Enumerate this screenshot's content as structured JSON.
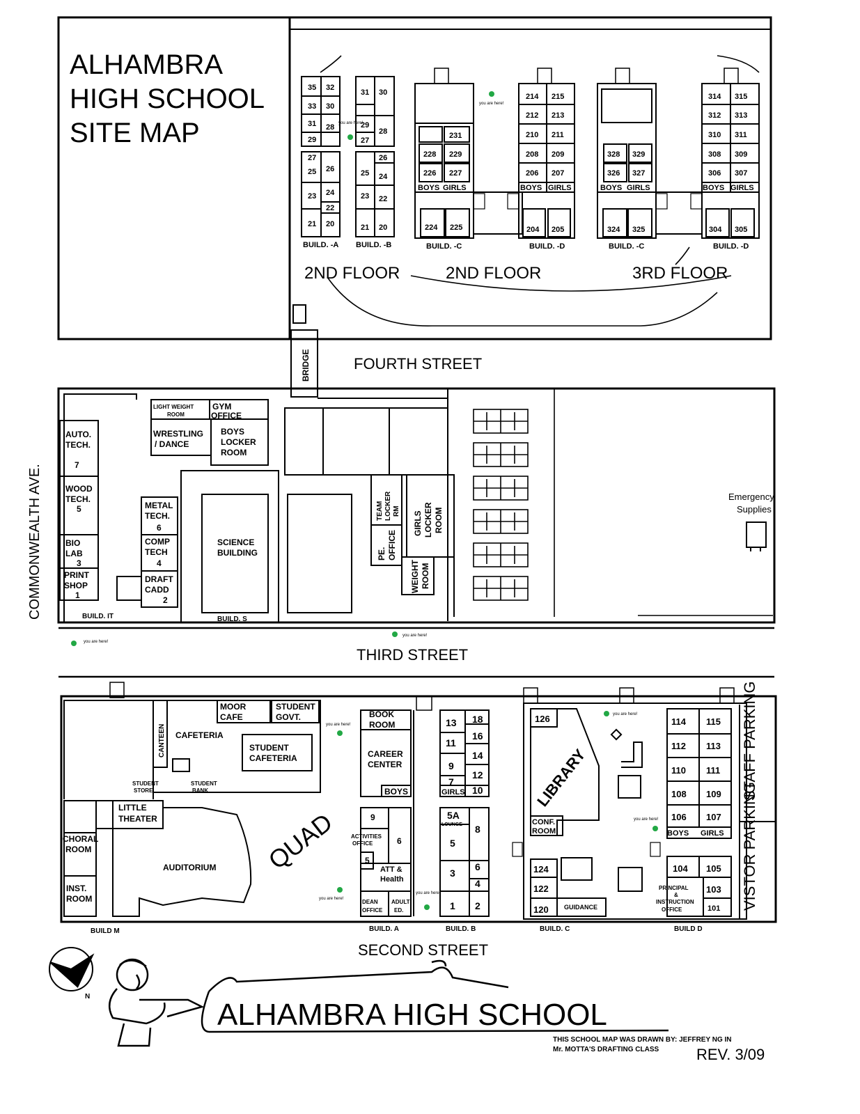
{
  "title_lines": [
    "ALHAMBRA",
    "HIGH SCHOOL",
    "SITE MAP"
  ],
  "you_are_here_label": "you are here!",
  "you_are_here_color": "#22a845",
  "streets": {
    "fourth": "FOURTH STREET",
    "third": "THIRD STREET",
    "second": "SECOND STREET",
    "commonwealth": "COMMONWEALTH AVE."
  },
  "bridge": "BRIDGE",
  "floors": {
    "f2a": "2ND FLOOR",
    "f2b": "2ND FLOOR",
    "f3": "3RD FLOOR"
  },
  "upper_buildings": {
    "a_label": "BUILD. -A",
    "b_label": "BUILD. -B",
    "c2_label": "BUILD. -C",
    "d2_label": "BUILD. -D",
    "c3_label": "BUILD. -C",
    "d3_label": "BUILD. -D",
    "a_rooms": [
      "35",
      "32",
      "33",
      "30",
      "31",
      "28",
      "29",
      "27",
      "25",
      "26",
      "24",
      "23",
      "22",
      "21",
      "20"
    ],
    "b_rooms": [
      "31",
      "30",
      "29",
      "28",
      "27",
      "26",
      "25",
      "24",
      "23",
      "22",
      "21",
      "20"
    ],
    "c2_rooms": [
      "231",
      "228",
      "229",
      "226",
      "227",
      "224",
      "225"
    ],
    "d2_rooms": [
      "214",
      "215",
      "212",
      "213",
      "210",
      "211",
      "208",
      "209",
      "206",
      "207",
      "204",
      "205"
    ],
    "c3_rooms": [
      "328",
      "329",
      "326",
      "327",
      "324",
      "325"
    ],
    "d3_rooms": [
      "314",
      "315",
      "312",
      "313",
      "310",
      "311",
      "308",
      "309",
      "306",
      "307",
      "304",
      "305"
    ],
    "boys": "BOYS",
    "girls": "GIRLS"
  },
  "middle_block": {
    "auto_tech": [
      "AUTO.",
      "TECH.",
      "7"
    ],
    "wood_tech": [
      "WOOD",
      "TECH.",
      "5"
    ],
    "bio_lab": [
      "BIO",
      "LAB",
      "3"
    ],
    "print_shop": [
      "PRINT",
      "SHOP",
      "1"
    ],
    "metal_tech": [
      "METAL",
      "TECH.",
      "6"
    ],
    "comp_tech": [
      "COMP",
      "TECH",
      "4"
    ],
    "draft_cadd": [
      "DRAFT",
      "CADD",
      "2"
    ],
    "light_weight_room": [
      "LIGHT WEIGHT",
      "ROOM"
    ],
    "gym_office": [
      "GYM",
      "OFFICE"
    ],
    "wrestling_dance": [
      "WRESTLING",
      "/ DANCE"
    ],
    "boys_locker_room": [
      "BOYS",
      "LOCKER",
      "ROOM"
    ],
    "science_building": [
      "SCIENCE",
      "BUILDING"
    ],
    "team_locker_rm": [
      "TEAM",
      "LOCKER",
      "RM"
    ],
    "pe_office": [
      "PE.",
      "OFFICE"
    ],
    "girls_locker_room": [
      "GIRLS",
      "LOCKER",
      "ROOM"
    ],
    "weight_room": [
      "WEIGHT",
      "ROOM"
    ],
    "build_it": "BUILD. IT",
    "build_s": "BUILD. S",
    "emergency_supplies": [
      "Emergency",
      "Supplies"
    ]
  },
  "lower_block": {
    "moor_cafe": [
      "MOOR",
      "CAFE"
    ],
    "student_govt": [
      "STUDENT",
      "GOVT."
    ],
    "cafeteria": "CAFETERIA",
    "canteen": "CANTEEN",
    "student_cafeteria": [
      "STUDENT",
      "CAFETERIA"
    ],
    "student_store": [
      "STUDENT",
      "STORE"
    ],
    "student_bank": [
      "STUDENT",
      "BANK"
    ],
    "little_theater": [
      "LITTLE",
      "THEATER"
    ],
    "choral_room": [
      "CHORAL",
      "ROOM"
    ],
    "auditorium": "AUDITORIUM",
    "inst_room": [
      "INST.",
      "ROOM"
    ],
    "quad": "QUAD",
    "book_room": [
      "BOOK",
      "ROOM"
    ],
    "career_center": [
      "CAREER",
      "CENTER"
    ],
    "boys": "BOYS",
    "girls": "GIRLS",
    "activities_office": [
      "ACTIVITIES",
      "OFFICE"
    ],
    "att_health": [
      "ATT &",
      "Health"
    ],
    "dean_office": [
      "DEAN",
      "OFFICE"
    ],
    "adult_ed": [
      "ADULT",
      "ED."
    ],
    "room_9a": "9",
    "room_6a": "6",
    "room_5a": "5",
    "lounge": [
      "5A",
      "LOUNGE"
    ],
    "b_rooms": [
      "13",
      "18",
      "16",
      "11",
      "14",
      "9",
      "12",
      "7",
      "10",
      "8",
      "5",
      "6",
      "3",
      "4",
      "1",
      "2"
    ],
    "library": "LIBRARY",
    "conf_room": [
      "CONF.",
      "ROOM"
    ],
    "guidance": "GUIDANCE",
    "c_rooms": [
      "126",
      "124",
      "122",
      "120"
    ],
    "d_rooms": [
      "114",
      "115",
      "112",
      "113",
      "110",
      "111",
      "108",
      "109",
      "106",
      "107",
      "104",
      "105",
      "103",
      "101"
    ],
    "principal": [
      "PRINCIPAL",
      "&",
      "INSTRUCTION",
      "OFFICE"
    ],
    "staff_parking": "STAFF PARKING",
    "visitor_parking": "VISTOR PARKING",
    "build_m": "BUILD M",
    "build_a": "BUILD. A",
    "build_b": "BUILD. B",
    "build_c": "BUILD. C",
    "build_d": "BUILD D"
  },
  "footer": {
    "school_name": "ALHAMBRA HIGH SCHOOL",
    "credit_line1": "THIS SCHOOL MAP WAS DRAWN BY:  JEFFREY NG IN",
    "credit_line2": "Mr. MOTTA'S DRAFTING CLASS",
    "revision": "REV. 3/09",
    "north": "N"
  }
}
